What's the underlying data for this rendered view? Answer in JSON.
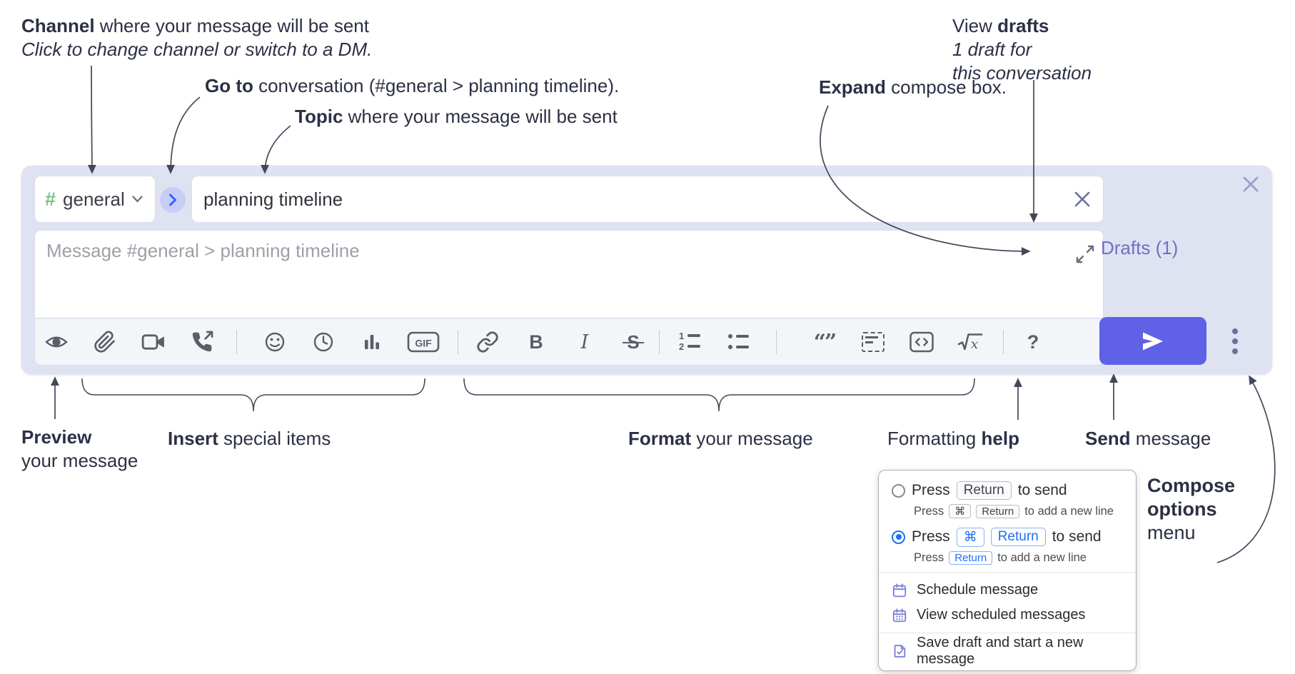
{
  "annotations": {
    "channel": {
      "bold": "Channel",
      "rest": " where your message will be sent",
      "line2": "Click to change channel or switch to a DM."
    },
    "go_to": {
      "bold": "Go to",
      "rest": " conversation (#general > planning timeline)."
    },
    "topic": {
      "bold": "Topic",
      "rest": " where your message will be sent"
    },
    "expand": {
      "bold": "Expand",
      "rest": " compose box."
    },
    "view_drafts": {
      "pre": "View ",
      "bold": "drafts",
      "line2": "1 draft for",
      "line3": "this conversation"
    },
    "preview": {
      "bold": "Preview",
      "line2": "your message"
    },
    "insert": {
      "bold": "Insert",
      "rest": " special items"
    },
    "format": {
      "bold": "Format",
      "rest": " your message"
    },
    "formatting_help": {
      "pre": "Formatting ",
      "bold": "help"
    },
    "send": {
      "bold": "Send",
      "rest": " message"
    },
    "compose_options": {
      "bold_line1": "Compose",
      "bold_line2": "options",
      "line3": "menu"
    }
  },
  "compose": {
    "hash_symbol": "#",
    "channel_name": "general",
    "topic_value": "planning timeline",
    "message_placeholder": "Message #general > planning timeline",
    "drafts_link": "Drafts (1)"
  },
  "toolbar": {
    "icons": [
      "preview-eye",
      "attach-file",
      "video-call",
      "voice-call",
      "emoji",
      "time",
      "poll",
      "gif",
      "link",
      "bold",
      "italic",
      "strikethrough",
      "numbered-list",
      "bulleted-list",
      "quote",
      "spoiler",
      "code",
      "math",
      "help"
    ],
    "glyphs": {
      "bold": "B",
      "italic": "I",
      "strike": "S",
      "gif": "GIF",
      "help": "?",
      "num1": "1",
      "num2": "2",
      "quote": "“”",
      "math_x": "x"
    }
  },
  "shortcut_menu": {
    "option1": {
      "press": "Press",
      "key": "Return",
      "suffix": "to send",
      "sub_press": "Press",
      "sub_key1": "⌘",
      "sub_key2": "Return",
      "sub_suffix": "to add a new line"
    },
    "option2": {
      "press": "Press",
      "key1": "⌘",
      "key2": "Return",
      "suffix": "to send",
      "sub_press": "Press",
      "sub_key": "Return",
      "sub_suffix": "to add a new line"
    },
    "items": [
      {
        "label": "Schedule message"
      },
      {
        "label": "View scheduled messages"
      },
      {
        "label": "Save draft and start a new message"
      }
    ]
  },
  "colors": {
    "compose_bg": "#dfe2f1",
    "send_button": "#5f61e6",
    "hash_green": "#7cc288",
    "drafts_link": "#6d72c4",
    "kbd_blue": "#1f6ff5",
    "radio_selected": "#1a73e8",
    "menu_icon_purple": "#7b80d9",
    "annotation_text": "#2c3045"
  }
}
